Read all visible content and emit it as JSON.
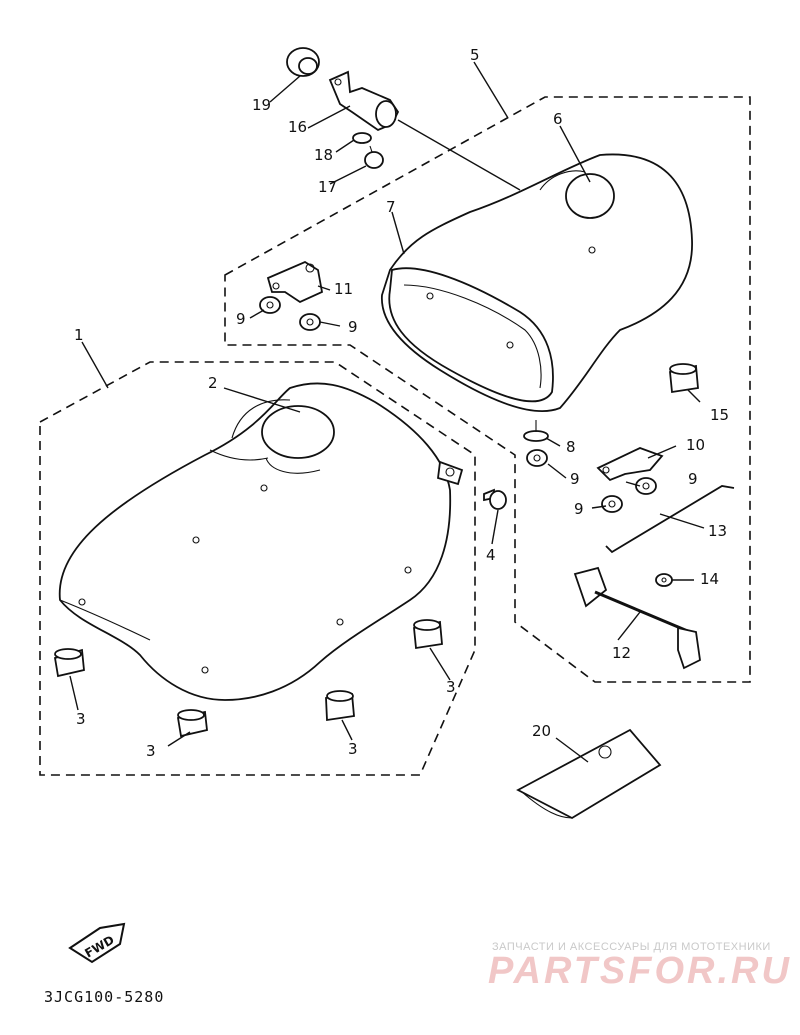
{
  "drawing_code": "3JCG100-5280",
  "fwd_label": "FWD",
  "watermark": {
    "line1": "ЗАПЧАСТИ И АКСЕССУАРЫ ДЛЯ МОТОТЕХНИКИ",
    "brand": "PARTSFOR.RU"
  },
  "callouts": [
    {
      "id": "c1",
      "text": "1"
    },
    {
      "id": "c2",
      "text": "2"
    },
    {
      "id": "c3a",
      "text": "3"
    },
    {
      "id": "c3b",
      "text": "3"
    },
    {
      "id": "c3c",
      "text": "3"
    },
    {
      "id": "c3d",
      "text": "3"
    },
    {
      "id": "c4",
      "text": "4"
    },
    {
      "id": "c5",
      "text": "5"
    },
    {
      "id": "c6",
      "text": "6"
    },
    {
      "id": "c7",
      "text": "7"
    },
    {
      "id": "c8",
      "text": "8"
    },
    {
      "id": "c9a",
      "text": "9"
    },
    {
      "id": "c9b",
      "text": "9"
    },
    {
      "id": "c9c",
      "text": "9"
    },
    {
      "id": "c9d",
      "text": "9"
    },
    {
      "id": "c9e",
      "text": "9"
    },
    {
      "id": "c10",
      "text": "10"
    },
    {
      "id": "c11",
      "text": "11"
    },
    {
      "id": "c12",
      "text": "12"
    },
    {
      "id": "c13",
      "text": "13"
    },
    {
      "id": "c14",
      "text": "14"
    },
    {
      "id": "c15",
      "text": "15"
    },
    {
      "id": "c16",
      "text": "16"
    },
    {
      "id": "c17",
      "text": "17"
    },
    {
      "id": "c18",
      "text": "18"
    },
    {
      "id": "c19",
      "text": "19"
    },
    {
      "id": "c20",
      "text": "20"
    }
  ]
}
